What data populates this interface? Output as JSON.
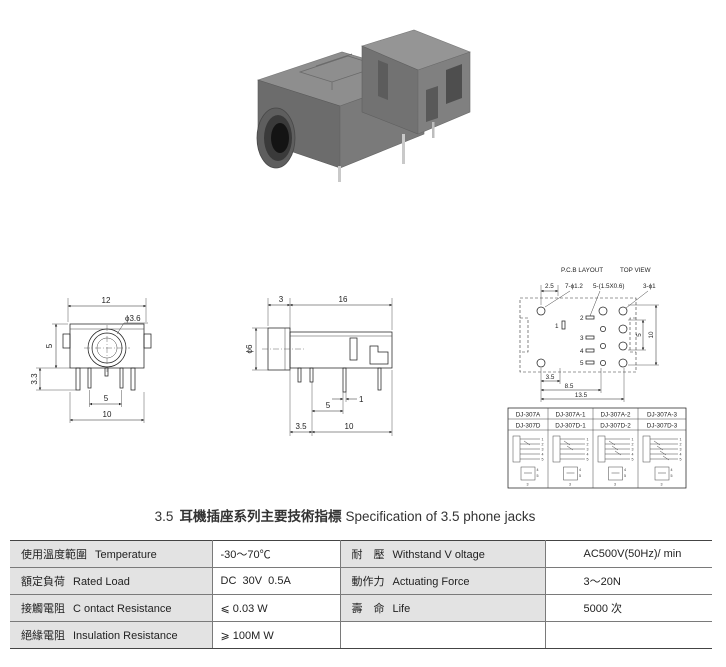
{
  "photo": {
    "icon": "phone-jack-photo",
    "colors": {
      "top": "#8e8e8e",
      "side": "#6c6c6c",
      "face": "#7a7a7a",
      "pins": "#c9c9c9"
    }
  },
  "front_view": {
    "width": "12",
    "hole": "ϕ3.6",
    "height": "5",
    "pin_height": "3.3",
    "pin_span": "5",
    "base_width": "10"
  },
  "side_view": {
    "front": "3",
    "length": "16",
    "diameter": "ϕ6",
    "pin_width": "1",
    "pin_spacing": "5",
    "front_offset": "3.5",
    "rear": "10"
  },
  "pcb_layout": {
    "title": "P.C.B LAYOUT",
    "view": "TOP VIEW",
    "spacing": "2.5",
    "large_holes": "7-ϕ1.2",
    "pads": "5-(1.5X0.6)",
    "small_holes": "3-ϕ1",
    "pitch": "5",
    "height": "10",
    "dims": [
      "3.5",
      "8.5",
      "13.5"
    ],
    "pin_numbers": [
      "1",
      "2",
      "3",
      "4",
      "5"
    ],
    "models": [
      [
        "DJ-307A",
        "DJ-307A-1",
        "DJ-307A-2",
        "DJ-307A-3"
      ],
      [
        "DJ-307D",
        "DJ-307D-1",
        "DJ-307D-2",
        "DJ-307D-3"
      ]
    ],
    "schematic_pins": [
      "1",
      "2",
      "3",
      "4",
      "5"
    ]
  },
  "title": {
    "number": "3.5",
    "zh": "耳機插座系列主要技術指標",
    "en": "Specification of 3.5 phone jacks"
  },
  "spec_table": {
    "rows": [
      {
        "label1_zh": "使用溫度範圍",
        "label1_en": "Temperature",
        "value1": "-30～70℃",
        "label2_zh": "耐　壓",
        "label2_en": "Withstand V oltage",
        "value2": "AC500V(50Hz)/ min"
      },
      {
        "label1_zh": "額定負荷",
        "label1_en": "Rated Load",
        "value1": "DC  30V  0.5A",
        "label2_zh": "動作力",
        "label2_en": "Actuating Force",
        "value2": "3～20N"
      },
      {
        "label1_zh": "接觸電阻",
        "label1_en": "C ontact Resistance",
        "value1": "⩽ 0.03 W",
        "label2_zh": "壽　命",
        "label2_en": "Life",
        "value2": "5000 次"
      },
      {
        "label1_zh": "絕緣電阻",
        "label1_en": "Insulation Resistance",
        "value1": "⩾ 100M W"
      }
    ]
  },
  "colors": {
    "label_bg": "#e3e3e3",
    "border": "#7a7a7a",
    "text": "#222222"
  }
}
